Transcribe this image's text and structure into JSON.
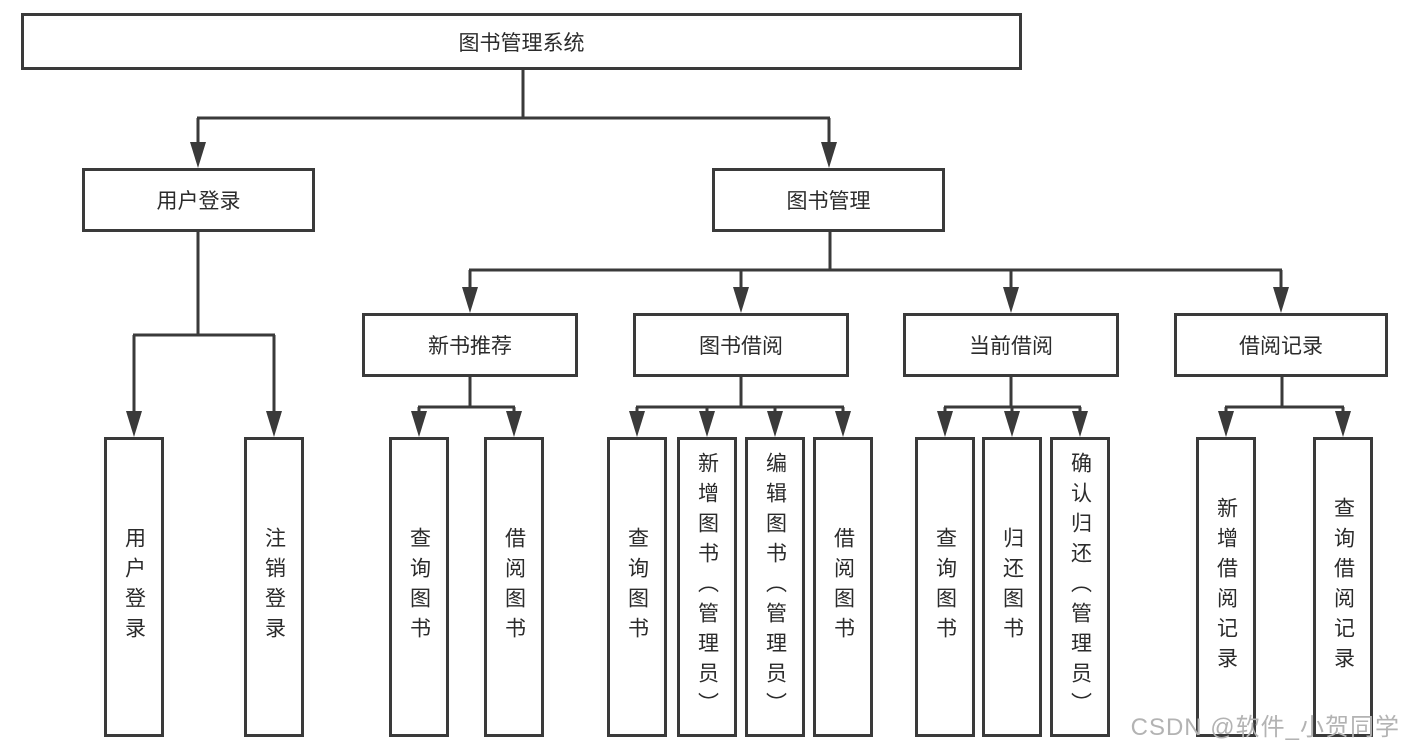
{
  "tree": {
    "root": "图书管理系统",
    "user_login": {
      "label": "用户登录",
      "children": [
        "用户登录",
        "注销登录"
      ]
    },
    "book_mgmt": {
      "label": "图书管理",
      "groups": [
        {
          "label": "新书推荐",
          "children": [
            "查询图书",
            "借阅图书"
          ]
        },
        {
          "label": "图书借阅",
          "children": [
            "查询图书",
            "新增图书（管理员）",
            "编辑图书（管理员）",
            "借阅图书"
          ]
        },
        {
          "label": "当前借阅",
          "children": [
            "查询图书",
            "归还图书",
            "确认归还（管理员）"
          ]
        },
        {
          "label": "借阅记录",
          "children": [
            "新增借阅记录",
            "查询借阅记录"
          ]
        }
      ]
    }
  },
  "colors": {
    "line": "#3a3a3a",
    "text": "#2b2b2b",
    "watermark_text": "#b3b3b3",
    "background": "#ffffff"
  },
  "watermark": "CSDN @软件_小贺同学"
}
